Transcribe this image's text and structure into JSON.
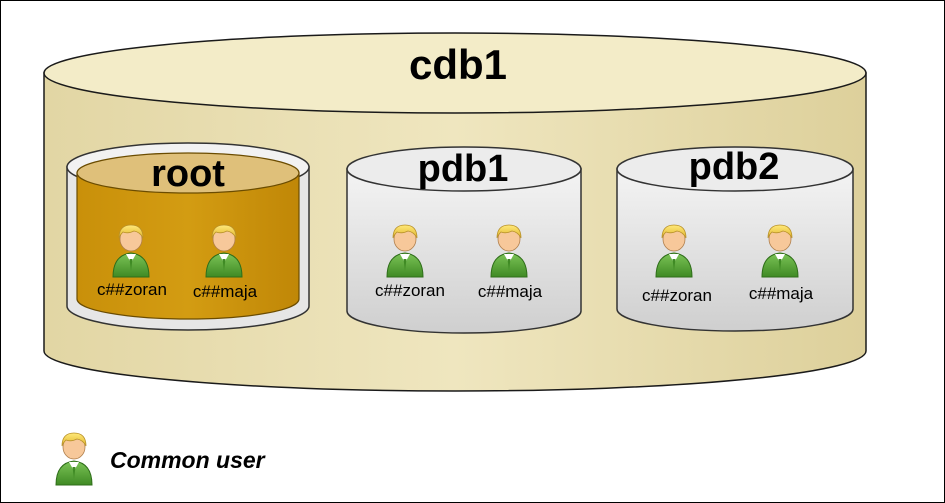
{
  "diagram": {
    "cdb": {
      "title": "cdb1",
      "colors": {
        "fill": "#e9dfb3",
        "top": "#f3ecc8",
        "stroke": "#1a1a1a"
      }
    },
    "containers": [
      {
        "title": "root",
        "style": "gold",
        "users": [
          "c##zoran",
          "c##maja"
        ]
      },
      {
        "title": "pdb1",
        "style": "gray",
        "users": [
          "c##zoran",
          "c##maja"
        ]
      },
      {
        "title": "pdb2",
        "style": "gray",
        "users": [
          "c##zoran",
          "c##maja"
        ]
      }
    ],
    "legend": {
      "icon": "common-user-icon",
      "label": "Common user"
    },
    "icon_colors": {
      "hair": "#f2d24b",
      "face": "#f7c89a",
      "shirt": "#5aa83a",
      "collar": "#ffffff"
    }
  }
}
